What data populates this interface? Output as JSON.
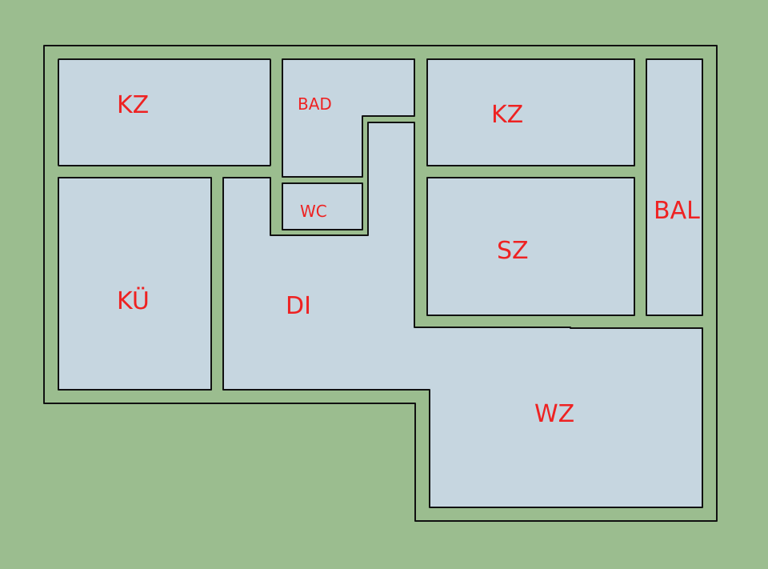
{
  "plan": {
    "colors": {
      "background": "#9bbd8f",
      "room_fill": "#c6d6e0",
      "wall_stroke": "#111111",
      "label": "#ee2222"
    },
    "rooms": [
      {
        "id": "kz-1",
        "label": "KZ"
      },
      {
        "id": "bad",
        "label": "BAD"
      },
      {
        "id": "wc",
        "label": "WC"
      },
      {
        "id": "kz-2",
        "label": "KZ"
      },
      {
        "id": "bal",
        "label": "BAL"
      },
      {
        "id": "sz",
        "label": "SZ"
      },
      {
        "id": "kue",
        "label": "KÜ"
      },
      {
        "id": "di",
        "label": "DI"
      },
      {
        "id": "wz",
        "label": "WZ"
      }
    ]
  }
}
